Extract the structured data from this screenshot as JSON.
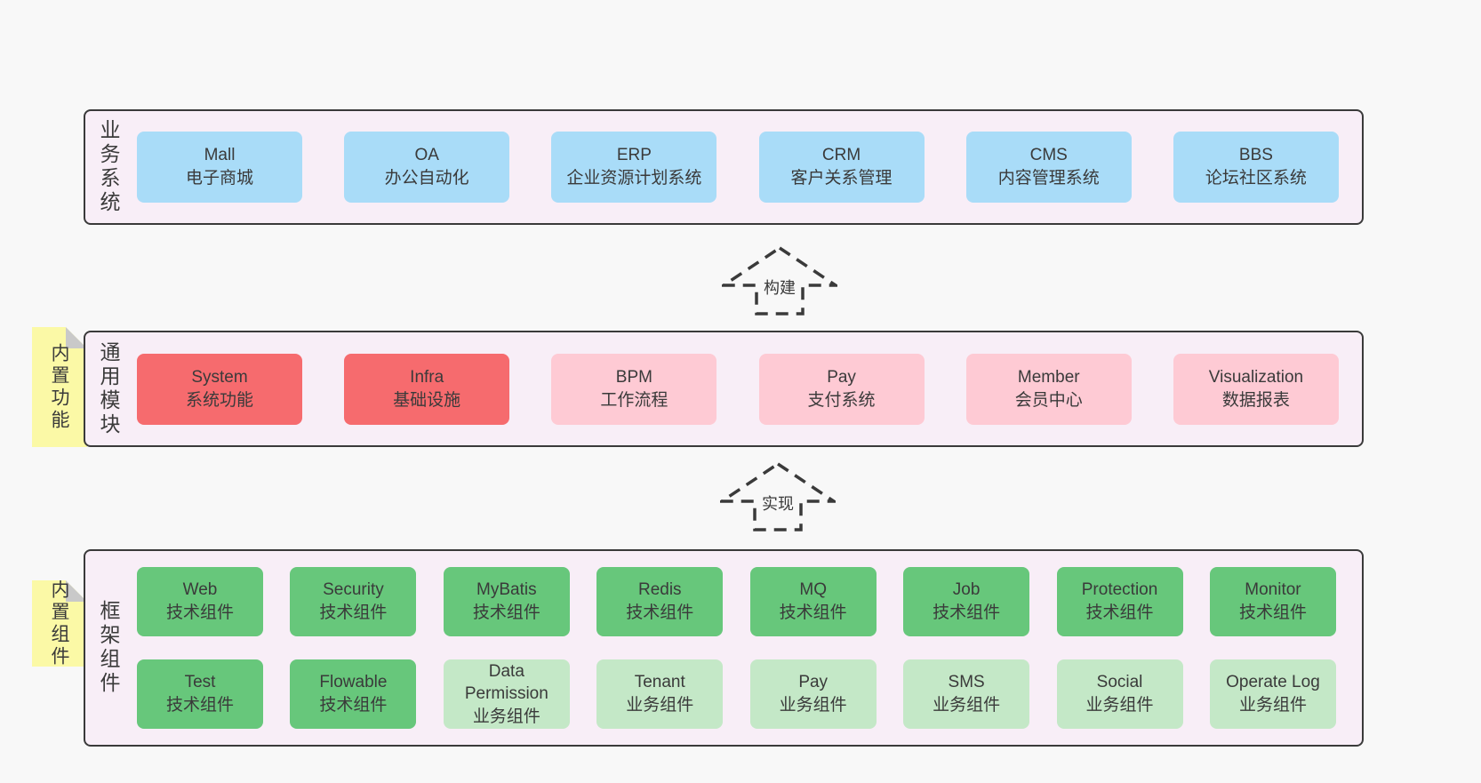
{
  "diagram": {
    "sections": [
      {
        "label": "业务系统",
        "boxes": [
          {
            "title": "Mall",
            "subtitle": "电子商城",
            "type": "blue"
          },
          {
            "title": "OA",
            "subtitle": "办公自动化",
            "type": "blue"
          },
          {
            "title": "ERP",
            "subtitle": "企业资源计划系统",
            "type": "blue"
          },
          {
            "title": "CRM",
            "subtitle": "客户关系管理",
            "type": "blue"
          },
          {
            "title": "CMS",
            "subtitle": "内容管理系统",
            "type": "blue"
          },
          {
            "title": "BBS",
            "subtitle": "论坛社区系统",
            "type": "blue"
          }
        ]
      },
      {
        "label": "通用模块",
        "sticky": "内置功能",
        "boxes": [
          {
            "title": "System",
            "subtitle": "系统功能",
            "type": "red"
          },
          {
            "title": "Infra",
            "subtitle": "基础设施",
            "type": "red"
          },
          {
            "title": "BPM",
            "subtitle": "工作流程",
            "type": "pink"
          },
          {
            "title": "Pay",
            "subtitle": "支付系统",
            "type": "pink"
          },
          {
            "title": "Member",
            "subtitle": "会员中心",
            "type": "pink"
          },
          {
            "title": "Visualization",
            "subtitle": "数据报表",
            "type": "pink"
          }
        ]
      },
      {
        "label": "框架组件",
        "sticky": "内置组件",
        "rows": [
          [
            {
              "title": "Web",
              "subtitle": "技术组件",
              "type": "green"
            },
            {
              "title": "Security",
              "subtitle": "技术组件",
              "type": "green"
            },
            {
              "title": "MyBatis",
              "subtitle": "技术组件",
              "type": "green"
            },
            {
              "title": "Redis",
              "subtitle": "技术组件",
              "type": "green"
            },
            {
              "title": "MQ",
              "subtitle": "技术组件",
              "type": "green"
            },
            {
              "title": "Job",
              "subtitle": "技术组件",
              "type": "green"
            },
            {
              "title": "Protection",
              "subtitle": "技术组件",
              "type": "green"
            },
            {
              "title": "Monitor",
              "subtitle": "技术组件",
              "type": "green"
            }
          ],
          [
            {
              "title": "Test",
              "subtitle": "技术组件",
              "type": "green"
            },
            {
              "title": "Flowable",
              "subtitle": "技术组件",
              "type": "green"
            },
            {
              "title": "Data Permission",
              "subtitle": "业务组件",
              "type": "light-green"
            },
            {
              "title": "Tenant",
              "subtitle": "业务组件",
              "type": "light-green"
            },
            {
              "title": "Pay",
              "subtitle": "业务组件",
              "type": "light-green"
            },
            {
              "title": "SMS",
              "subtitle": "业务组件",
              "type": "light-green"
            },
            {
              "title": "Social",
              "subtitle": "业务组件",
              "type": "light-green"
            },
            {
              "title": "Operate Log",
              "subtitle": "业务组件",
              "type": "light-green"
            }
          ]
        ]
      }
    ],
    "arrows": [
      {
        "label": "构建"
      },
      {
        "label": "实现"
      }
    ],
    "colors": {
      "page_bg": "#f8f8f8",
      "section_bg": "#f8eef7",
      "section_border": "#3a3a3a",
      "blue_box": "#a9dcf8",
      "red_box": "#f66b6e",
      "pink_box": "#fecad4",
      "green_box": "#67c77b",
      "light_green_box": "#c4e8c7",
      "sticky_yellow": "#fbf9a6",
      "sticky_fold": "#c9c9c9",
      "text": "#3a3a3a"
    }
  }
}
